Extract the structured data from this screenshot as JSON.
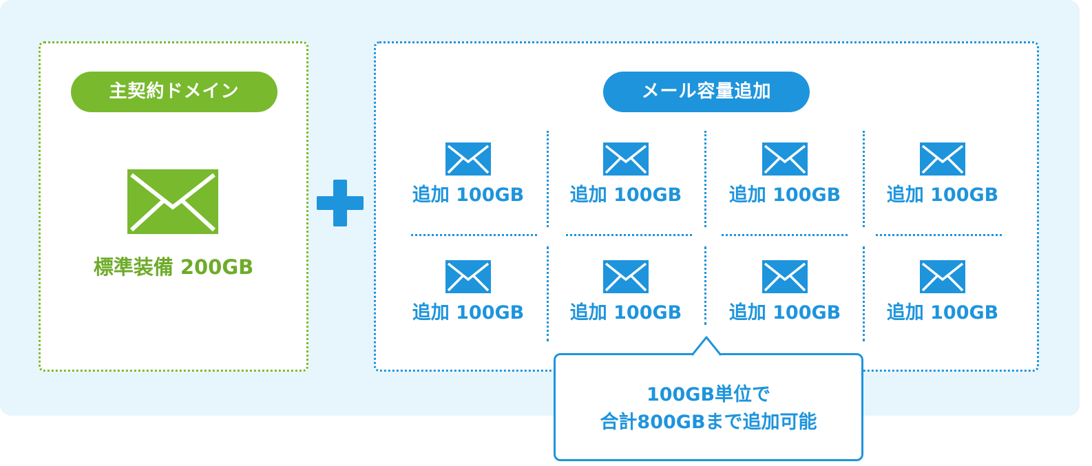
{
  "main_domain": {
    "pill_label": "主契約ドメイン",
    "caption": "標準装備 200GB",
    "icon": "envelope-icon",
    "color": "#78b92e"
  },
  "plus_icon": "plus-icon",
  "mail_addon": {
    "pill_label": "メール容量追加",
    "color": "#1e94dc",
    "icon": "envelope-icon",
    "cells": [
      {
        "label": "追加 100GB"
      },
      {
        "label": "追加 100GB"
      },
      {
        "label": "追加 100GB"
      },
      {
        "label": "追加 100GB"
      },
      {
        "label": "追加 100GB"
      },
      {
        "label": "追加 100GB"
      },
      {
        "label": "追加 100GB"
      },
      {
        "label": "追加 100GB"
      }
    ]
  },
  "callout": {
    "line1": "100GB単位で",
    "line2": "合計800GBまで追加可能"
  }
}
